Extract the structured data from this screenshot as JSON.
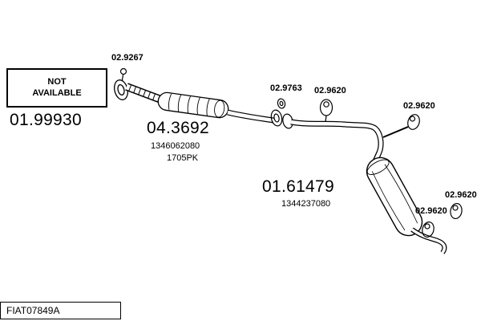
{
  "diagram": {
    "not_available_label": "NOT AVAILABLE",
    "footer_code": "FIAT07849A",
    "labels": {
      "front_pipe_number": "01.99930",
      "front_gasket_number": "02.9267",
      "catalyst_number": "04.3692",
      "catalyst_ref": "1346062080",
      "catalyst_code": "1705PK",
      "mid_gasket_number": "02.9763",
      "mount_mid_number": "02.9620",
      "mount_bend_number": "02.9620",
      "muffler_number": "01.61479",
      "muffler_ref": "1344237080",
      "mount_tail_right_number": "02.9620",
      "mount_tail_left_number": "02.9620"
    }
  }
}
